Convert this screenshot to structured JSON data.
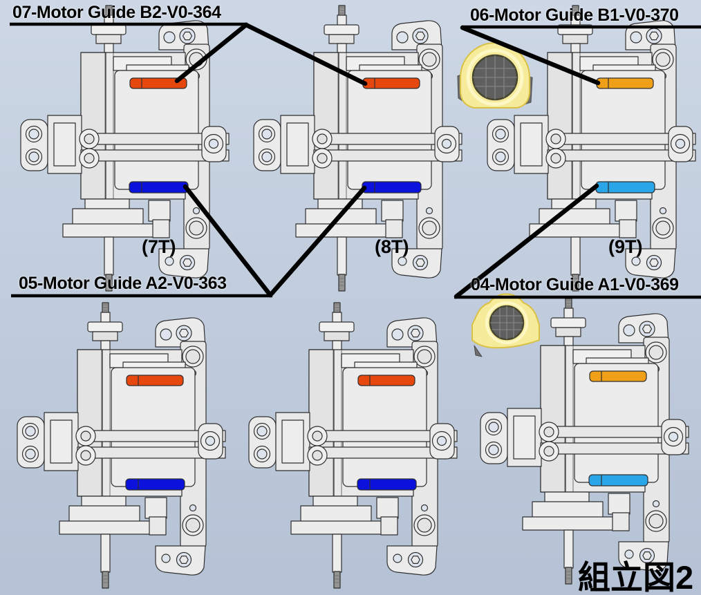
{
  "drawing": {
    "title": "組立図2",
    "callouts": [
      {
        "id": "07",
        "label": "07-Motor Guide B2-V0-364",
        "points_to": "upper orange guide bands of 7T and 8T assemblies"
      },
      {
        "id": "06",
        "label": "06-Motor Guide B1-V0-370",
        "points_to": "upper amber guide band of 9T assembly"
      },
      {
        "id": "05",
        "label": "05-Motor Guide A2-V0-363",
        "points_to": "lower blue guide bands of 7T and 8T assemblies"
      },
      {
        "id": "04",
        "label": "04-Motor Guide A1-V0-369",
        "points_to": "lower cyan guide band of 9T assembly"
      }
    ],
    "pinion_labels": [
      "(7T)",
      "(8T)",
      "(9T)"
    ]
  },
  "colors": {
    "band_orange": "#e5470d",
    "band_blue": "#0b12dc",
    "band_amber": "#f0a018",
    "band_cyan": "#2aa6e8",
    "part_yellow": "#f6eb9a",
    "part_yellow_hi": "#fdf7c4",
    "part_yellow_edge": "#d9c145",
    "part_core_gray": "#5f5f5f",
    "part_wing_gray": "#6e6e6e",
    "ink": "#000000",
    "cad_fill": "#e9e9e9",
    "cad_line": "#2f2f2f",
    "bg_top": "#cdd7e5",
    "bg_mid": "#c2cede",
    "bg_bottom": "#b5c2d5"
  }
}
